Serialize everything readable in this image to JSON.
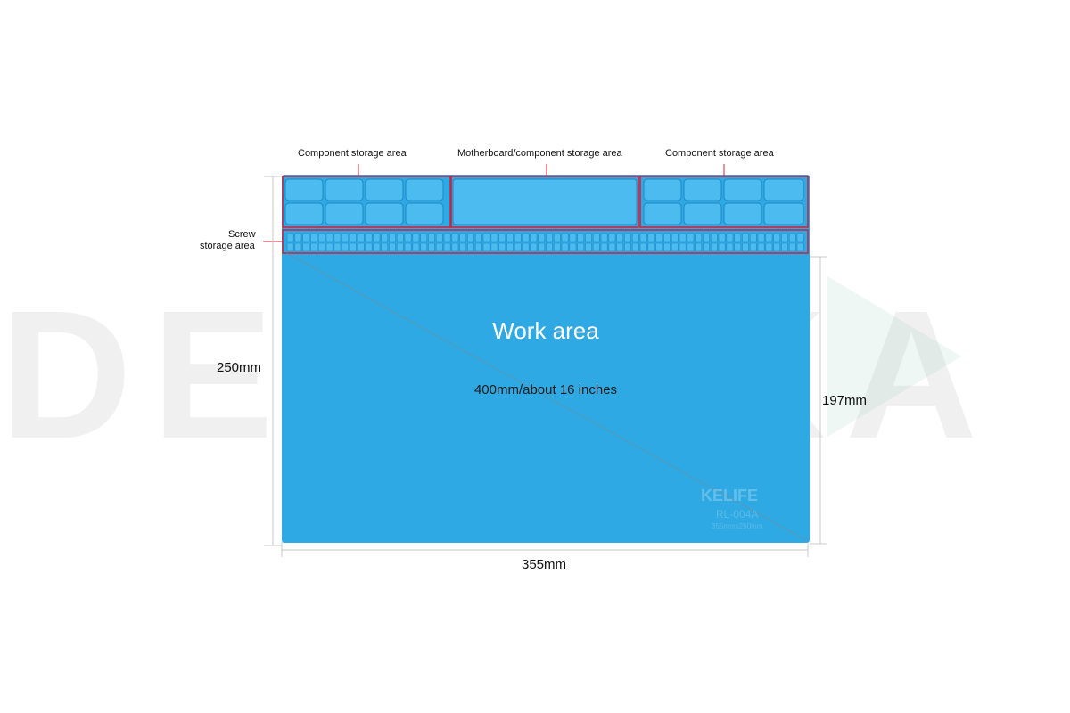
{
  "watermark": {
    "text": "DETALKA"
  },
  "callouts": {
    "component_left": "Component storage area",
    "motherboard": "Motherboard/component storage area",
    "component_right": "Component storage area",
    "screw_line1": "Screw",
    "screw_line2": "storage area"
  },
  "mat": {
    "work_area_label": "Work area",
    "diagonal_label": "400mm/about 16 inches",
    "brand_text": "KELIFE",
    "model_text": "RL-004A",
    "size_text": "355mmx250mm"
  },
  "dimensions": {
    "height_total": "250mm",
    "height_work": "197mm",
    "width": "355mm"
  },
  "colors": {
    "mat": "#2fa9e3",
    "cell": "#4cbcf0",
    "highlight": "#d0213a",
    "dim_line": "#c8c8c8"
  }
}
